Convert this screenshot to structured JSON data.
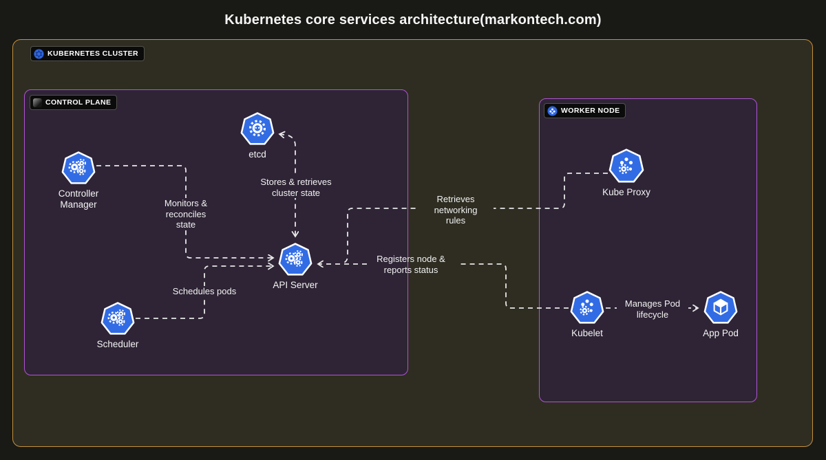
{
  "title": "Kubernetes core services architecture(markontech.com)",
  "colors": {
    "canvas_bg": "#191915",
    "cluster_bg": "#2f2d22",
    "cluster_border": "#c5913a",
    "plane_bg": "#2e2435",
    "plane_border": "#b153d6",
    "k8s_blue": "#326CE5",
    "line": "#e8e8e8",
    "text": "#f5f5f5"
  },
  "cluster": {
    "label": "KUBERNETES CLUSTER",
    "icon": "kubernetes-wheel-icon"
  },
  "control_plane": {
    "label": "CONTROL PLANE"
  },
  "worker_node": {
    "label": "WORKER NODE",
    "icon": "kubernetes-node-icon"
  },
  "nodes": {
    "controller_manager": {
      "label": "Controller\nManager",
      "icon": "gears"
    },
    "etcd": {
      "label": "etcd",
      "icon": "helm-wheel"
    },
    "api_server": {
      "label": "API Server",
      "icon": "gears"
    },
    "scheduler": {
      "label": "Scheduler",
      "icon": "gears"
    },
    "kube_proxy": {
      "label": "Kube Proxy",
      "icon": "dots-gear"
    },
    "kubelet": {
      "label": "Kubelet",
      "icon": "dots-gear"
    },
    "app_pod": {
      "label": "App Pod",
      "icon": "cube"
    }
  },
  "edges": [
    {
      "from": "controller_manager",
      "to": "api_server",
      "label": "Monitors &\nreconciles\nstate"
    },
    {
      "from": "etcd",
      "to": "api_server",
      "bidirectional": true,
      "label": "Stores & retrieves\ncluster state"
    },
    {
      "from": "scheduler",
      "to": "api_server",
      "label": "Schedules pods"
    },
    {
      "from": "kube_proxy",
      "to": "api_server",
      "label": "Retrieves\nnetworking\nrules"
    },
    {
      "from": "kubelet",
      "to": "api_server",
      "label": "Registers node &\nreports status"
    },
    {
      "from": "kubelet",
      "to": "app_pod",
      "label": "Manages Pod\nlifecycle"
    }
  ]
}
